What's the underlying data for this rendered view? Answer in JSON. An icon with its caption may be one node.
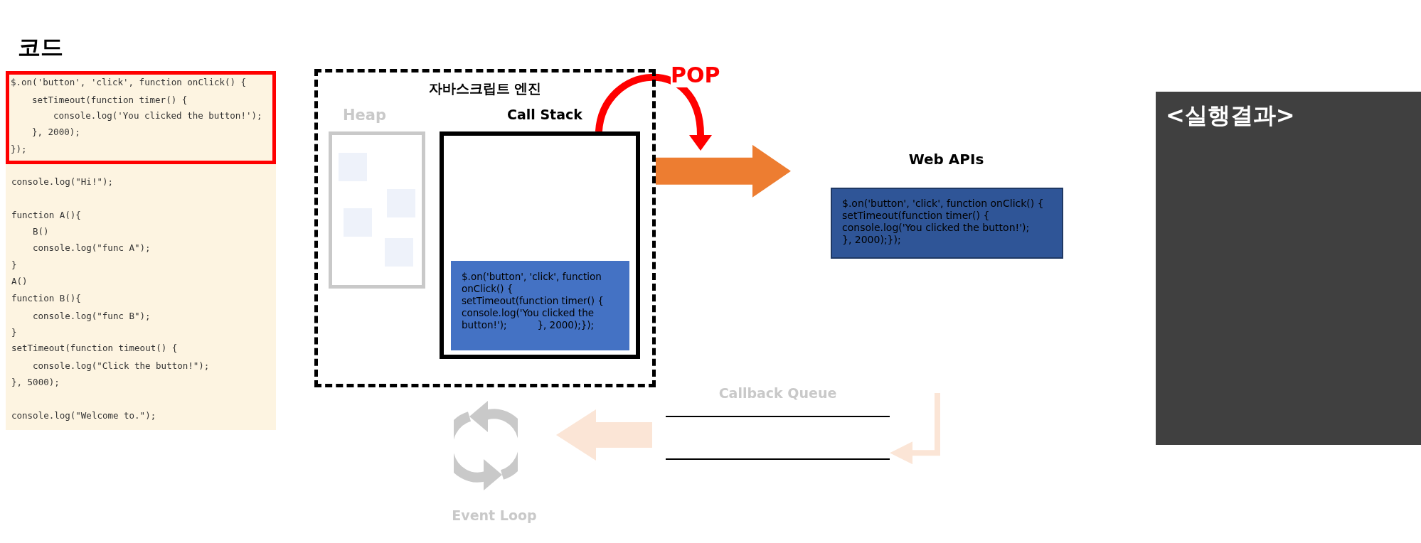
{
  "diagram": {
    "nodes": [
      {
        "text": [
          "코드",
          "console.log(\"Hi!\");",
          "function A(){",
          "B()",
          "console.log(\"func A\");",
          "}",
          "A()",
          "function B(){",
          "console.log(\"func B\");",
          "}",
          "setTimeout(function timeout() {",
          "console.log(\"Click the button!\");",
          "}, 5000);",
          "console.log(\"Welcome to.\");"
        ]
      },
      {
        "text": [
          "$.on('button', 'click', function onClick() {",
          "setTimeout(function timer() {",
          "console.log('You clicked the button!');",
          "}, 2000);",
          "});"
        ],
        "in": 0
      },
      {
        "text": [
          "자바스크립트 엔진"
        ]
      },
      {
        "text": [
          "Heap"
        ],
        "in": 2
      },
      {
        "text": [],
        "shape": "box",
        "in": 3
      },
      {
        "text": [],
        "shape": "box",
        "in": 3
      },
      {
        "text": [],
        "shape": "box",
        "in": 3
      },
      {
        "text": [],
        "shape": "box",
        "in": 3
      },
      {
        "text": [
          "Call Stack"
        ],
        "in": 2
      },
      {
        "text": [
          "$.on('button', 'click', function onClick() {     setTimeout(function timer() {          console.log('You clicked the button!');          }, 2000);});"
        ],
        "in": 8
      },
      {
        "text": [
          "Web APIs",
          "$.on('button', 'click', function onClick() {     setTimeout(function timer() {          console.log('You clicked the button!');          }, 2000);});"
        ]
      },
      {
        "text": [
          "Callback Queue"
        ]
      },
      {
        "text": [
          "Event Loop"
        ]
      },
      {
        "text": [
          "<실행결과>"
        ]
      }
    ],
    "edges": [
      {
        "from": 8,
        "to": null,
        "arrow": "to",
        "label": "POP",
        "color": "#ff0000"
      },
      {
        "from": 2,
        "to": 10,
        "arrow": "to",
        "style": "thick",
        "color": "#ed7d31"
      },
      {
        "from": null,
        "to": 11,
        "arrow": "to",
        "color": "#fbe5d6"
      },
      {
        "from": 11,
        "to": 12,
        "arrow": "to",
        "style": "thick",
        "color": "#fbe5d6"
      }
    ]
  }
}
